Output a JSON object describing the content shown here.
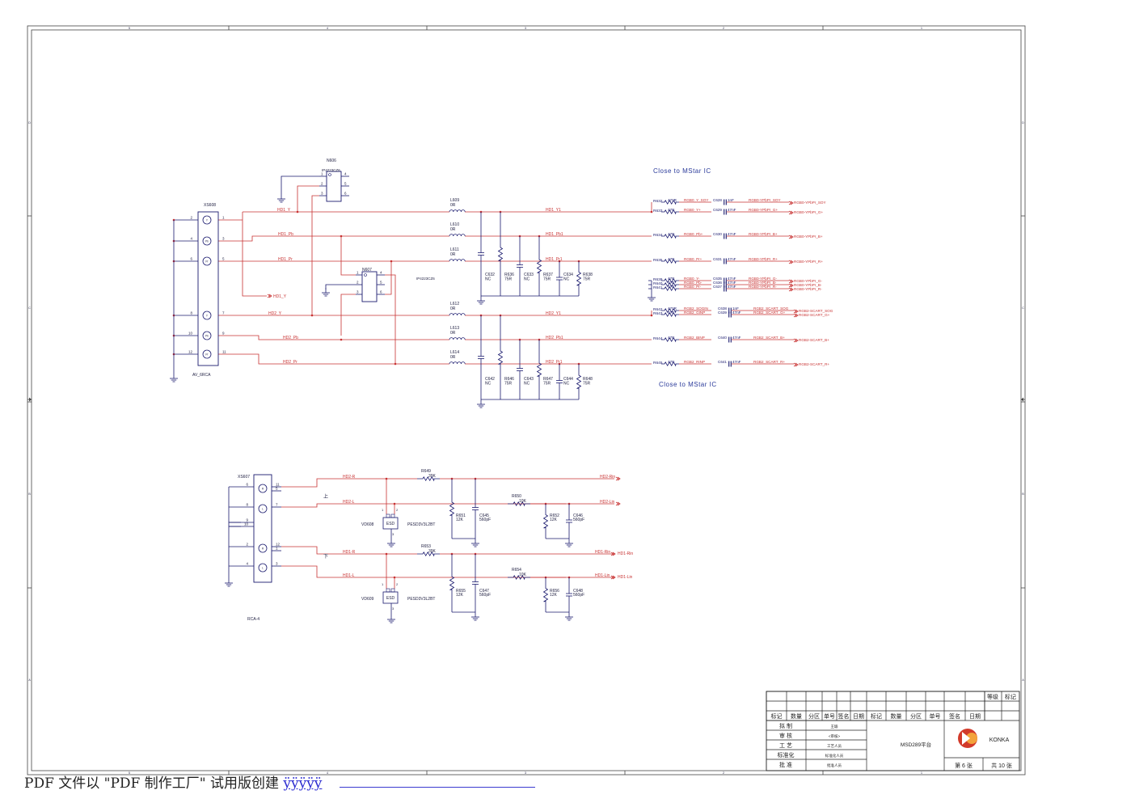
{
  "border_ticks": {
    "top": [
      "5",
      "4",
      "3",
      "2",
      "1"
    ],
    "bottom": [
      "5",
      "4",
      "3",
      "2",
      "1"
    ],
    "left": [
      "D",
      "C",
      "B",
      "A"
    ],
    "right": [
      "D",
      "C",
      "B",
      "A"
    ]
  },
  "notes": {
    "close1": "Close to MStar IC",
    "close2": "Close to MStar IC"
  },
  "xs608": {
    "ref": "XS608",
    "value": "AV_6RCA",
    "pins_left": [
      "2",
      "4",
      "6",
      "8",
      "10",
      "12"
    ],
    "pins_right": [
      "1",
      "3",
      "5",
      "7",
      "9",
      "11"
    ],
    "jacks": [
      "Y",
      "Pb",
      "Pr",
      "Y",
      "Pb",
      "Pr"
    ]
  },
  "n606": {
    "ref": "N606",
    "part": "IP4223CZ6",
    "pins_l": [
      "1",
      "2",
      "3"
    ],
    "pins_r": [
      "4",
      "5",
      "6"
    ]
  },
  "n607": {
    "ref": "N607",
    "part": "IP4223CZ6",
    "pins_l": [
      "1",
      "2",
      "3"
    ],
    "pins_r": [
      "4",
      "5",
      "6"
    ]
  },
  "nets": {
    "hd1_y": "HD1_Y",
    "hd1_pb": "HD1_Pb",
    "hd1_pr": "HD1_Pr",
    "hd2_y": "HD2_Y",
    "hd2_pb": "HD2_Pb",
    "hd2_pr": "HD2_Pr",
    "hd1_y_port": "HD1_Y",
    "hd1_y1": "HD1_Y1",
    "hd1_pb1": "HD1_Pb1",
    "hd1_pr1": "HD1_Pr1",
    "hd2_y1": "HD2_Y1",
    "hd2_pb1": "HD2_Pb1",
    "hd2_pr1": "HD2_Pr1"
  },
  "inductors": [
    {
      "ref": "L609",
      "val": "0R"
    },
    {
      "ref": "L610",
      "val": "0R"
    },
    {
      "ref": "L611",
      "val": "0R"
    },
    {
      "ref": "L612",
      "val": "0R"
    },
    {
      "ref": "L613",
      "val": "0R"
    },
    {
      "ref": "L614",
      "val": "0R"
    }
  ],
  "upper_parts": [
    {
      "ref": "C632",
      "val": "NC"
    },
    {
      "ref": "R636",
      "val": "75R"
    },
    {
      "ref": "C633",
      "val": "NC"
    },
    {
      "ref": "R637",
      "val": "75R"
    },
    {
      "ref": "C634",
      "val": "NC"
    },
    {
      "ref": "R638",
      "val": "75R"
    }
  ],
  "lower_parts": [
    {
      "ref": "C642",
      "val": "NC"
    },
    {
      "ref": "R646",
      "val": "75R"
    },
    {
      "ref": "C643",
      "val": "NC"
    },
    {
      "ref": "R647",
      "val": "75R"
    },
    {
      "ref": "C644",
      "val": "NC"
    },
    {
      "ref": "R648",
      "val": "75R"
    }
  ],
  "rgb_rows": [
    {
      "r": "R632",
      "rv": "470R",
      "net": "RGB0_Y_SOY",
      "c": "C628",
      "cv": "1nF",
      "out": "RGB0-YPbPr_SOY",
      "port": "RGB0-YPbPr_SOY"
    },
    {
      "r": "R633",
      "rv": "47R",
      "net": "RGB0_Y+",
      "c": "C629",
      "cv": "47nF",
      "out": "RGB0-YPbPr_G+",
      "port": "RGB0-YPbPr_G+"
    },
    {
      "r": "R634",
      "rv": "47R",
      "net": "RGB0_Pb+",
      "c": "C630",
      "cv": "47nF",
      "out": "RGB0-YPbPr_B+",
      "port": "RGB0-YPbPr_B+"
    },
    {
      "r": "R635",
      "rv": "47R",
      "net": "RGB0_Pr+",
      "c": "C631",
      "cv": "47nF",
      "out": "RGB0-YPbPr_R+",
      "port": "RGB0-YPbPr_R+"
    },
    {
      "r": "R639",
      "rv": "47R",
      "net": "RGB0_Y-",
      "c": "C635",
      "cv": "47nF",
      "out": "RGB0-YPbPr_G-",
      "port": "RGB0-YPbPr_G-"
    },
    {
      "r": "R640",
      "rv": "47R",
      "net": "RGB0_Pb-",
      "c": "C636",
      "cv": "47nF",
      "out": "RGB0-YPbPr_B-",
      "port": "RGB0-YPbPr_B-"
    },
    {
      "r": "R641",
      "rv": "47R",
      "net": "RGB0_Pr-",
      "c": "C637",
      "cv": "47nF",
      "out": "RGB0-YPbPr_R-",
      "port": "RGB0-YPbPr_R-"
    },
    {
      "r": "R642",
      "rv": "470R",
      "net": "RGB2_SOGIN",
      "c": "C638",
      "cv": "1nF",
      "out": "RGB2_SCART_SOG",
      "port": "RGB2-SCART_SOG"
    },
    {
      "r": "R643",
      "rv": "47R",
      "net": "RGB2_GINP",
      "c": "C639",
      "cv": "47nF",
      "out": "RGB2_SCART_G+",
      "port": "RGB2-SCART_G+"
    },
    {
      "r": "R644",
      "rv": "47R",
      "net": "RGB2_BINP",
      "c": "C640",
      "cv": "47nF",
      "out": "RGB2_SCART_B+",
      "port": "RGB2-SCART_B+"
    },
    {
      "r": "R645",
      "rv": "47R",
      "net": "RGB2_RINP",
      "c": "C641",
      "cv": "47nF",
      "out": "RGB2_SCART_R+",
      "port": "RGB2-SCART_R+"
    }
  ],
  "xs607": {
    "ref": "XS607",
    "value": "RCA-4",
    "pins_left": [
      "6",
      "8",
      "9",
      "10",
      "2",
      "4"
    ],
    "pins_right": [
      "11",
      "5",
      "7",
      "12",
      "1",
      "3"
    ],
    "jacks": [
      "R",
      "L",
      "R",
      "L"
    ],
    "mark_up": "上",
    "mark_down": "下"
  },
  "audio": {
    "hd2_r": "HD2-R",
    "hd2_l": "HD2-L",
    "hd1_r": "HD1-R",
    "hd1_l": "HD1-L",
    "out1": "HD2-Rin",
    "out2": "HD2-Lin",
    "out3": "HD1-Rin",
    "out4": "HD1-Lin",
    "series": [
      {
        "ref": "R649",
        "val": "39K"
      },
      {
        "ref": "R650",
        "val": "10K"
      },
      {
        "ref": "R653",
        "val": "39K"
      },
      {
        "ref": "R654",
        "val": "10K"
      }
    ],
    "shunt_top": [
      {
        "ref": "R651",
        "val": "12K"
      },
      {
        "ref": "C645",
        "val": "560pF"
      },
      {
        "ref": "R652",
        "val": "12K"
      },
      {
        "ref": "C646",
        "val": "560pF"
      }
    ],
    "shunt_bot": [
      {
        "ref": "R655",
        "val": "12K"
      },
      {
        "ref": "C647",
        "val": "560pF"
      },
      {
        "ref": "R656",
        "val": "12K"
      },
      {
        "ref": "C648",
        "val": "560pF"
      }
    ],
    "esd": [
      {
        "ref": "VD608",
        "part": "PESD3V3L2BT",
        "body": "ESD"
      },
      {
        "ref": "VD609",
        "part": "PESD3V3L2BT",
        "body": "ESD"
      }
    ],
    "esd_pins": [
      "1",
      "2",
      "3"
    ]
  },
  "title_block": {
    "top_right": [
      "等级",
      "标记"
    ],
    "header": [
      "标记",
      "数量",
      "分区",
      "单号",
      "签名",
      "日期",
      "标记",
      "数量",
      "分区",
      "单号",
      "签名",
      "日期"
    ],
    "roles": [
      "拟 制",
      "审 核",
      "工 艺",
      "标准化",
      "批 准"
    ],
    "names": [
      "王瑜",
      "<审核>",
      "工艺人员",
      "标准化人员",
      "批准人员"
    ],
    "project": "MSD289平台",
    "logo": "KONKA",
    "sheet": "第 6 张",
    "total": "共 10 张"
  },
  "footer": {
    "prefix": "PDF 文件以 \"PDF 制作工厂\" 试用版创建 ",
    "link": "ÿÿÿÿÿ"
  },
  "colors": {
    "wire": "#c83232",
    "ink": "#1a1a6e",
    "text": "#222244",
    "label_blue": "#2a3a9a"
  }
}
